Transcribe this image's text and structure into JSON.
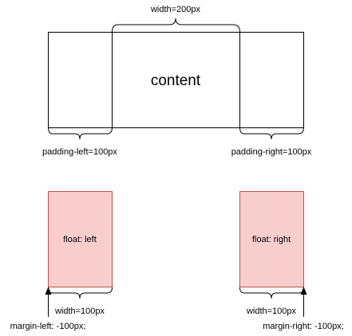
{
  "diagram": {
    "top": {
      "width_label": "width=200px",
      "content_label": "content",
      "padding_left_label": "padding-left=100px",
      "padding_right_label": "padding-right=100px"
    },
    "left_float": {
      "label": "float: left",
      "width_label": "width=100px",
      "margin_label": "margin-left: -100px;"
    },
    "right_float": {
      "label": "float: right",
      "width_label": "width=100px",
      "margin_label": "margin-right: -100px;"
    },
    "colors": {
      "float_fill": "#f8cecc",
      "float_stroke": "#b85450",
      "line": "#000000"
    }
  }
}
